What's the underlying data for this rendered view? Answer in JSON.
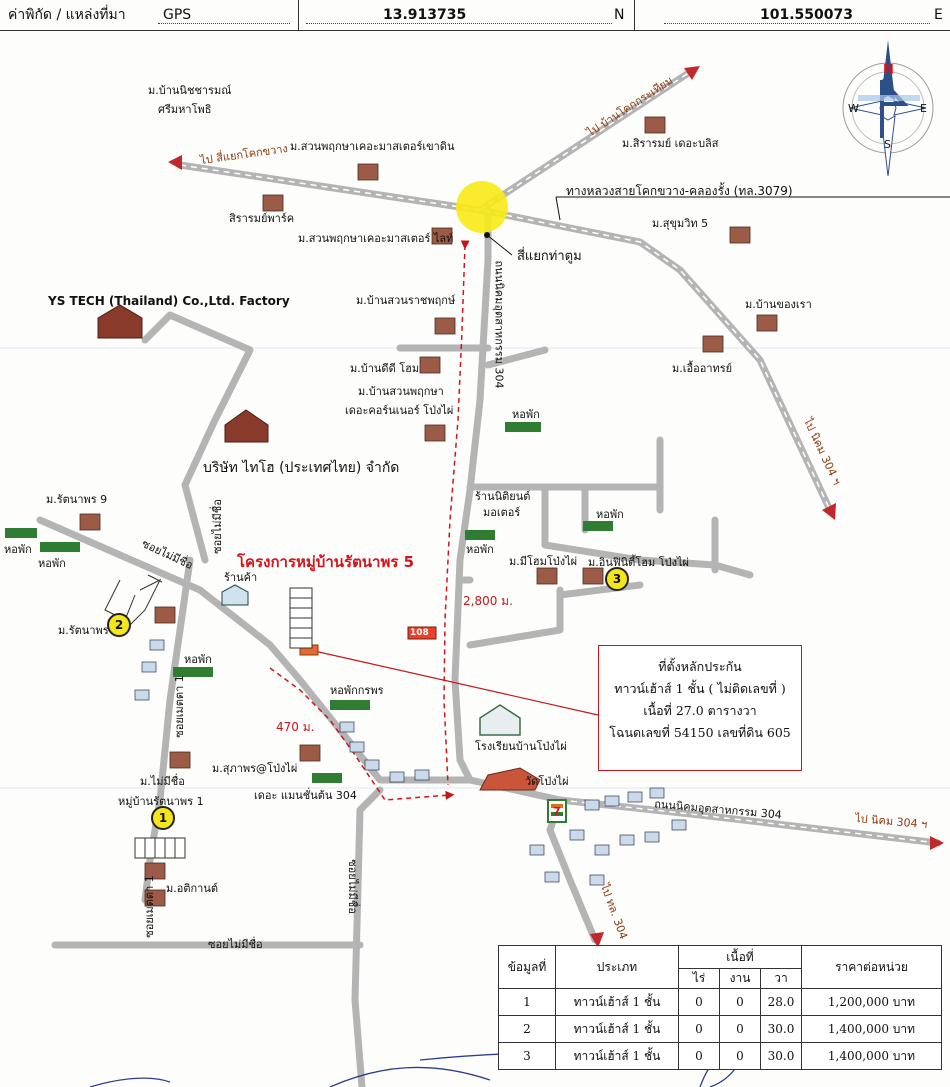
{
  "header": {
    "coord_label": "ค่าพิกัด / แหล่งที่มา",
    "source": "GPS",
    "latitude": "13.913735",
    "lat_suffix": "N",
    "longitude": "101.550073",
    "lon_suffix": "E"
  },
  "compass": {
    "n": "N",
    "s": "S",
    "e": "E",
    "w": "W"
  },
  "project_title": "โครงการหมู่บ้านรัตนาพร 5",
  "places": {
    "nichabon": [
      "ม.บ้านนิชชารมณ์",
      "ศรีมหาโพธิ"
    ],
    "suanpruek_khao": "ม.สวนพฤกษาเคอะมาสเตอร์เขาดิน",
    "sirarom_bliss": "ม.สิรารมย์ เดอะบลิส",
    "sirarom_park": "สิรารมย์พาร์ค",
    "suanpruek_light": "ม.สวนพฤกษาเคอะมาสเตอร์ ไลท์",
    "sukhumvit5": "ม.สุขุมวิท 5",
    "ban_khong_rao": "ม.บ้านของเรา",
    "ua_athorn": "ม.เอื้ออาทรย์",
    "ys_tech": "YS TECH (Thailand) Co.,Ltd. Factory",
    "suan_rachapruek": "ม.บ้านสวนราชพฤกษ์",
    "ban_dee_dee": "ม.บ้านดีดี โฮม",
    "suanpruek_corner": [
      "ม.บ้านสวนพฤกษา",
      "เดอะคอร์นเนอร์ โป่งไผ่"
    ],
    "taiho": "บริษัท ไทโฮ (ประเทศไทย) จำกัด",
    "dorm": "หอพัก",
    "ratanaporn9": "ม.รัตนาพร 9",
    "ran_nipit": [
      "ร้านนิติยนต์",
      "มอเตอร์"
    ],
    "me_home": "ม.มีโฮมโป่งไผ่",
    "infinity_home": "ม.อินฟินิตี้โฮม โป่งไผ่",
    "shop": "ร้านค้า",
    "ratanaporn2": "ม.รัตนาพร",
    "dorm_kronporn": "หอพักกรพร",
    "school": "โรงเรียนบ้านโป่งไผ่",
    "wat": "วัดโป่งไผ่",
    "supaporn": "ม.สุภาพร@โป่งไผ่",
    "the_mansion": "เดอะ แมนชั่นต้น 304",
    "mai_mee_chue": "ม.ไม่มีชื่อ",
    "ratanaporn1": "หมู่บ้านรัตนาพร 1",
    "atikan": "ม.อติกานต์",
    "seven_eleven": "7"
  },
  "roads": {
    "to_kok_khwang": "ไป สี่แยกโคกขวาง",
    "to_kok_kratiam": "ไป บ้านโคกกระเทียม",
    "highway_3079": "ทางหลวงสายโคกขวาง-คลองรั้ง (ทล.3079)",
    "tha_toom": "สี่แยกท่าตูม",
    "nikhom_304_vertical": "ถนนนิคมอุตสาหกรรม 304",
    "to_nikhom_304_right": "ไป นิคม 304 ฯ",
    "nikhom_304_bottom": "ถนนนิคมอุตสาหกรรม 304",
    "to_nikhom_304_bottom": "ไป นิคม 304 ฯ",
    "to_304": "ไป ทล. 304",
    "soi_unnamed": "ซอยไม่มีชื่อ",
    "soi_unnamed_2": "ซอยไม่มีชื่อ",
    "soi_unnamed_3": "ซอยไม่มีชื่อ",
    "soi_unnamed_4": "ซอยไม่มีชื่อ",
    "soi_mettatham1": "ซอยเมตตา 1",
    "soi_mettatham1b": "ซอยเมตตา 1"
  },
  "distances": {
    "d1": "2,800 ม.",
    "d2": "470 ม."
  },
  "sign_108": "108",
  "badges": [
    "1",
    "2",
    "3"
  ],
  "infobox": {
    "line1": "ที่ตั้งหลักประกัน",
    "line2": "ทาวน์เฮ้าส์ 1 ชั้น ( ไม่ติดเลขที่ )",
    "line3": "เนื้อที่ 27.0 ตารางวา",
    "line4": "โฉนดเลขที่ 54150 เลขที่ดิน 605"
  },
  "table": {
    "headers": [
      "ข้อมูลที่",
      "ประเภท",
      "เนื้อที่",
      "ราคาต่อหน่วย"
    ],
    "subheaders": [
      "ไร่",
      "งาน",
      "วา"
    ],
    "rows": [
      [
        "1",
        "ทาวน์เฮ้าส์ 1 ชั้น",
        "0",
        "0",
        "28.0",
        "1,200,000 บาท"
      ],
      [
        "2",
        "ทาวน์เฮ้าส์ 1 ชั้น",
        "0",
        "0",
        "30.0",
        "1,400,000 บาท"
      ],
      [
        "3",
        "ทาวน์เฮ้าส์ 1 ชั้น",
        "0",
        "0",
        "30.0",
        "1,400,000 บาท"
      ]
    ]
  },
  "colors": {
    "road": "#b4b4b4",
    "route": "#d0161c",
    "badge": "#f3e61a",
    "house": "#8a4a3a",
    "dorm": "#2e7d32"
  }
}
